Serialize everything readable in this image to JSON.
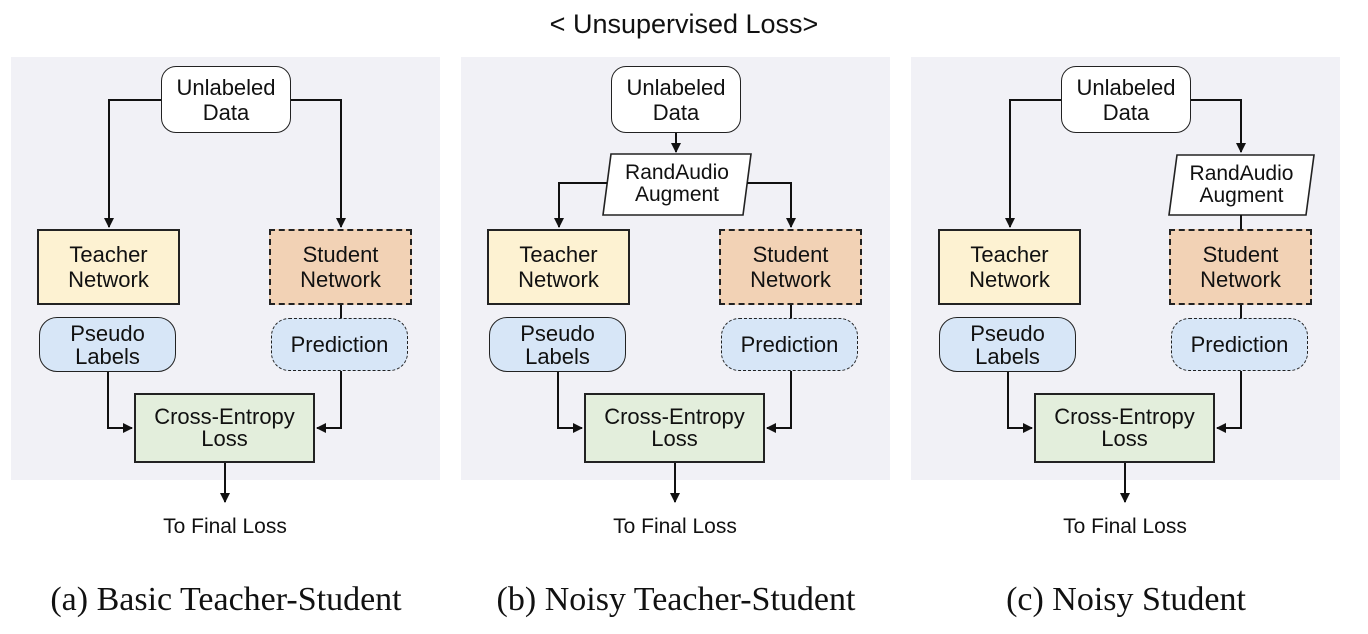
{
  "title": "< Unsupervised Loss>",
  "nodes": {
    "unlabeled_data": [
      "Unlabeled",
      "Data"
    ],
    "randaudio_augment": [
      "RandAudio",
      "Augment"
    ],
    "teacher_network": [
      "Teacher",
      "Network"
    ],
    "student_network": [
      "Student",
      "Network"
    ],
    "pseudo_labels": [
      "Pseudo",
      "Labels"
    ],
    "prediction": "Prediction",
    "cross_entropy_loss": [
      "Cross-Entropy",
      "Loss"
    ],
    "to_final_loss": "To Final Loss"
  },
  "panels": [
    {
      "caption": "(a) Basic Teacher-Student",
      "augment": "none"
    },
    {
      "caption": "(b) Noisy Teacher-Student",
      "augment": "both"
    },
    {
      "caption": "(c) Noisy Student",
      "augment": "student"
    }
  ],
  "colors": {
    "panel_bg": "#f1f1f6",
    "teacher": "#fdf2d2",
    "student": "#f2d2b5",
    "label": "#d7e6f7",
    "loss": "#e3eedc"
  }
}
